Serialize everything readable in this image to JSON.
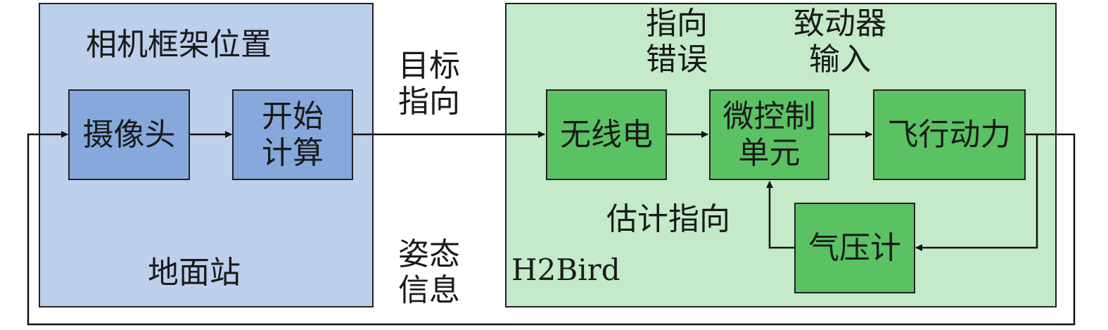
{
  "ground_station": {
    "title": "相机框架位置",
    "label": "地面站",
    "camera": "摄像头",
    "start_calc": [
      "开始",
      "计算"
    ]
  },
  "signals": {
    "target_pointing": [
      "目标",
      "指向"
    ],
    "attitude_info": [
      "姿态",
      "信息"
    ],
    "pointing_error": [
      "指向",
      "错误"
    ],
    "actuator_input": [
      "致动器",
      "输入"
    ],
    "estimated_pointing": "估计指向"
  },
  "h2bird": {
    "label": "H2Bird",
    "radio": "无线电",
    "mcu": [
      "微控制",
      "单元"
    ],
    "flight_dynamics": "飞行动力",
    "barometer": "气压计"
  },
  "colors": {
    "ground_bg": "#bcd0ec",
    "ground_block": "#86a8dc",
    "h2bird_bg": "#c5eac9",
    "h2bird_block": "#5bc264"
  }
}
